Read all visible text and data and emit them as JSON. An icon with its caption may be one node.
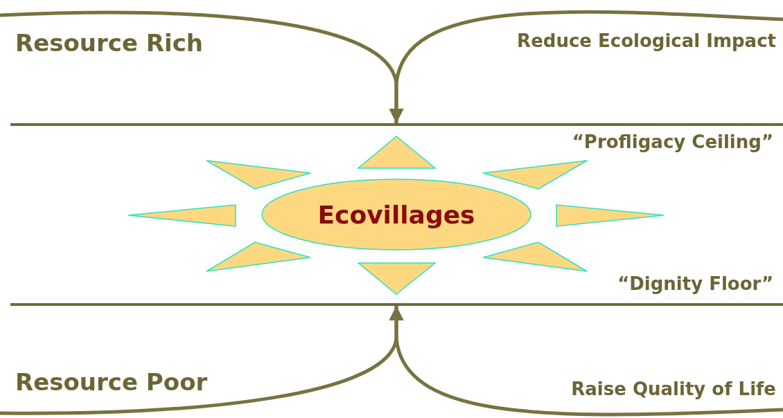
{
  "diagram": {
    "nodes": [
      {
        "text": [],
        "shape": "bar",
        "beside": [
          "“Profligacy Ceiling”"
        ]
      },
      {
        "text": [
          "Ecovillages"
        ]
      },
      {
        "text": [],
        "shape": "bar",
        "beside": [
          "“Dignity Floor”"
        ]
      }
    ],
    "edges": [
      {
        "from": null,
        "to": 0,
        "arrow": "to"
      },
      {
        "from": null,
        "to": 0,
        "arrow": "to"
      },
      {
        "from": null,
        "to": 2,
        "arrow": "to"
      },
      {
        "from": null,
        "to": 2,
        "arrow": "to"
      }
    ],
    "labels": [
      "Resource Rich",
      "Reduce Ecological Impact",
      "Resource Poor",
      "Raise Quality of Life"
    ]
  }
}
